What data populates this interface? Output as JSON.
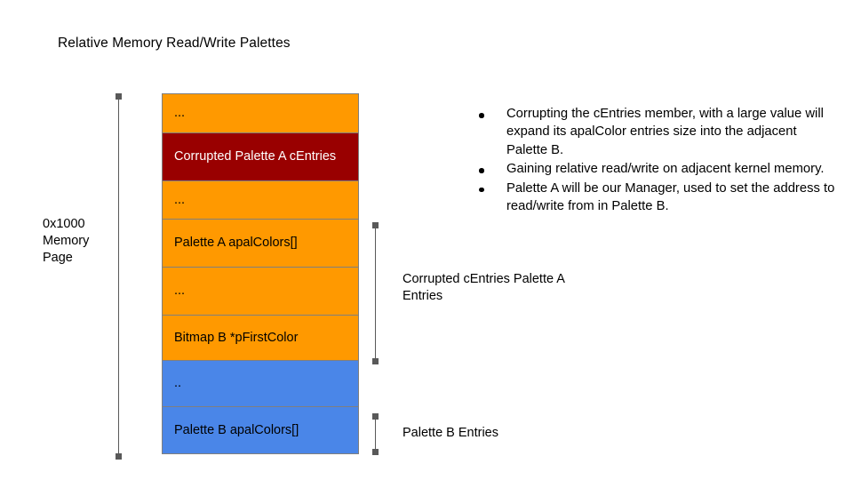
{
  "slide": {
    "title": "Relative Memory Read/Write Palettes",
    "background_color": "#ffffff"
  },
  "colors": {
    "orange": "#ff9900",
    "dark_red": "#990000",
    "blue": "#4a86e8",
    "border": "#7f7f7f",
    "bracket": "#595959",
    "text": "#000000",
    "text_on_red": "#ffffff"
  },
  "memory_stack": {
    "rows": [
      {
        "label": "...",
        "fill": "orange"
      },
      {
        "label": "Corrupted Palette A cEntries",
        "fill": "red"
      },
      {
        "label": "...",
        "fill": "orange"
      },
      {
        "label": "Palette A apalColors[]",
        "fill": "orange"
      },
      {
        "label": "...",
        "fill": "orange"
      },
      {
        "label": "Bitmap B *pFirstColor",
        "fill": "orange"
      },
      {
        "label": "..",
        "fill": "blue"
      },
      {
        "label": "Palette B apalColors[]",
        "fill": "blue"
      }
    ]
  },
  "labels": {
    "memory_page": "0x1000 Memory Page",
    "palette_a_entries": "Corrupted cEntries Palette A Entries",
    "palette_b_entries": "Palette B Entries"
  },
  "bullets": [
    "Corrupting the cEntries member, with a large value will expand its apalColor entries size into the adjacent Palette B.",
    "Gaining relative read/write on adjacent kernel memory.",
    "Palette A will be our Manager, used to set the address to read/write from in Palette B."
  ]
}
